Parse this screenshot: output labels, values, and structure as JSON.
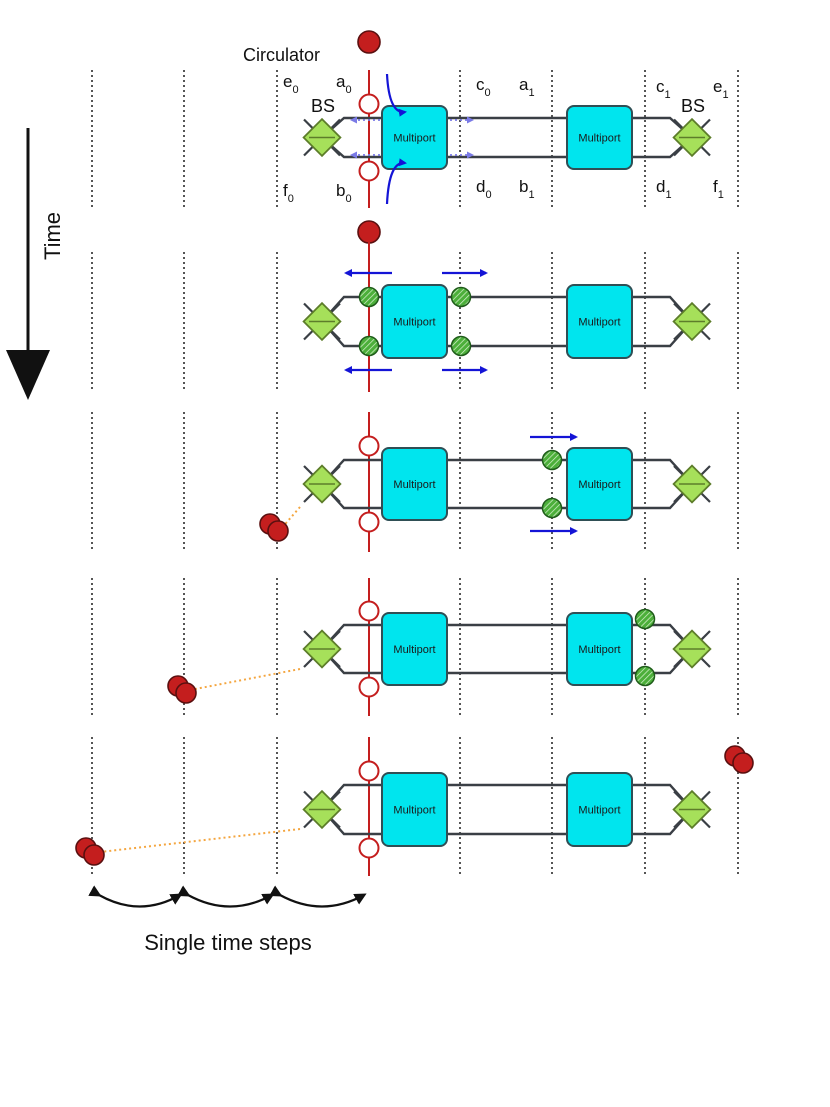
{
  "labels": {
    "circulator": "Circulator",
    "time": "Time",
    "single_time_steps": "Single time steps",
    "bs_left": "BS",
    "bs_right": "BS",
    "multiport": "Multiport"
  },
  "port_labels": [
    {
      "name": "e",
      "sub": "0"
    },
    {
      "name": "a",
      "sub": "0"
    },
    {
      "name": "c",
      "sub": "0"
    },
    {
      "name": "a",
      "sub": "1"
    },
    {
      "name": "c",
      "sub": "1"
    },
    {
      "name": "e",
      "sub": "1"
    },
    {
      "name": "f",
      "sub": "0"
    },
    {
      "name": "b",
      "sub": "0"
    },
    {
      "name": "d",
      "sub": "0"
    },
    {
      "name": "b",
      "sub": "1"
    },
    {
      "name": "d",
      "sub": "1"
    },
    {
      "name": "f",
      "sub": "1"
    }
  ],
  "colors": {
    "multiport_fill": "#00e5ee",
    "bs_fill": "#a6e05a",
    "photon_green": "#4caf3a",
    "photon_red": "#c41e1e",
    "circulator_line": "#c41e1e",
    "arrow_blue": "#1414d6",
    "dashed_blue": "#7a7ae6",
    "wire": "#3a3f45",
    "trace_orange": "#f4a640"
  }
}
